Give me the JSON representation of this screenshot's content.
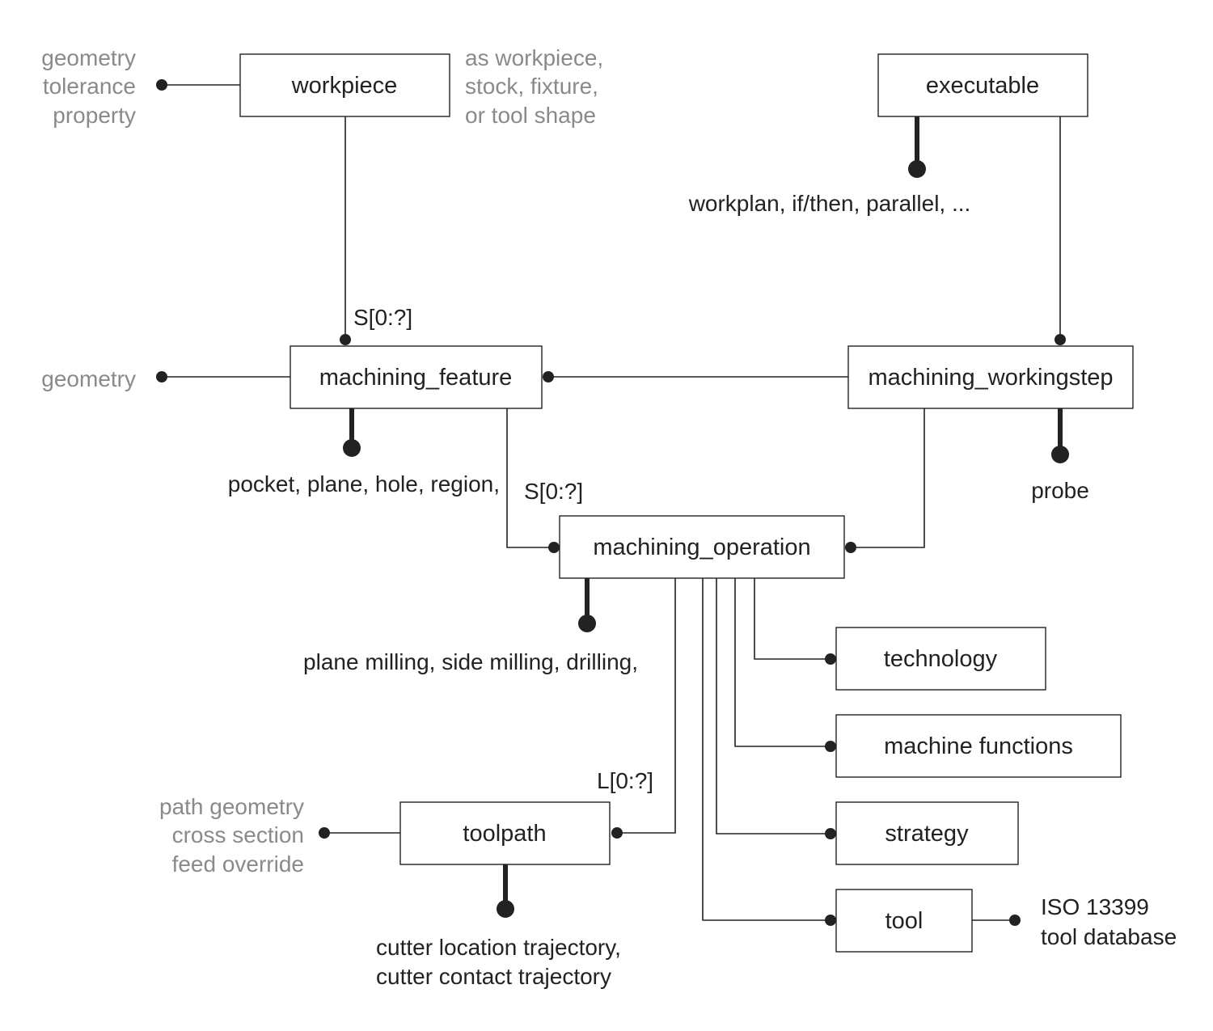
{
  "entities": {
    "workpiece": "workpiece",
    "executable": "executable",
    "machining_feature": "machining_feature",
    "machining_workingstep": "machining_workingstep",
    "machining_operation": "machining_operation",
    "technology": "technology",
    "machine_functions": "machine functions",
    "strategy": "strategy",
    "toolpath": "toolpath",
    "tool": "tool"
  },
  "attribute_notes": {
    "workpiece_attrs": [
      "geometry",
      "tolerance",
      "property"
    ],
    "workpiece_usage": [
      "as workpiece,",
      "stock, fixture,",
      "or tool shape"
    ],
    "feature_attrs": [
      "geometry"
    ],
    "toolpath_attrs": [
      "path geometry",
      "cross section",
      "feed override"
    ]
  },
  "subtypes": {
    "executable": "workplan, if/then, parallel, ...",
    "machining_feature": "pocket, plane, hole, region,",
    "machining_workingstep": "probe",
    "machining_operation": "plane milling, side milling, drilling,",
    "toolpath": [
      "cutter location trajectory,",
      "cutter contact trajectory"
    ]
  },
  "cardinality": {
    "workpiece_to_feature": "S[0:?]",
    "feature_to_operation": "S[0:?]",
    "operation_to_toolpath": "L[0:?]"
  },
  "external": {
    "tool_database": [
      "ISO 13399",
      "tool database"
    ]
  }
}
